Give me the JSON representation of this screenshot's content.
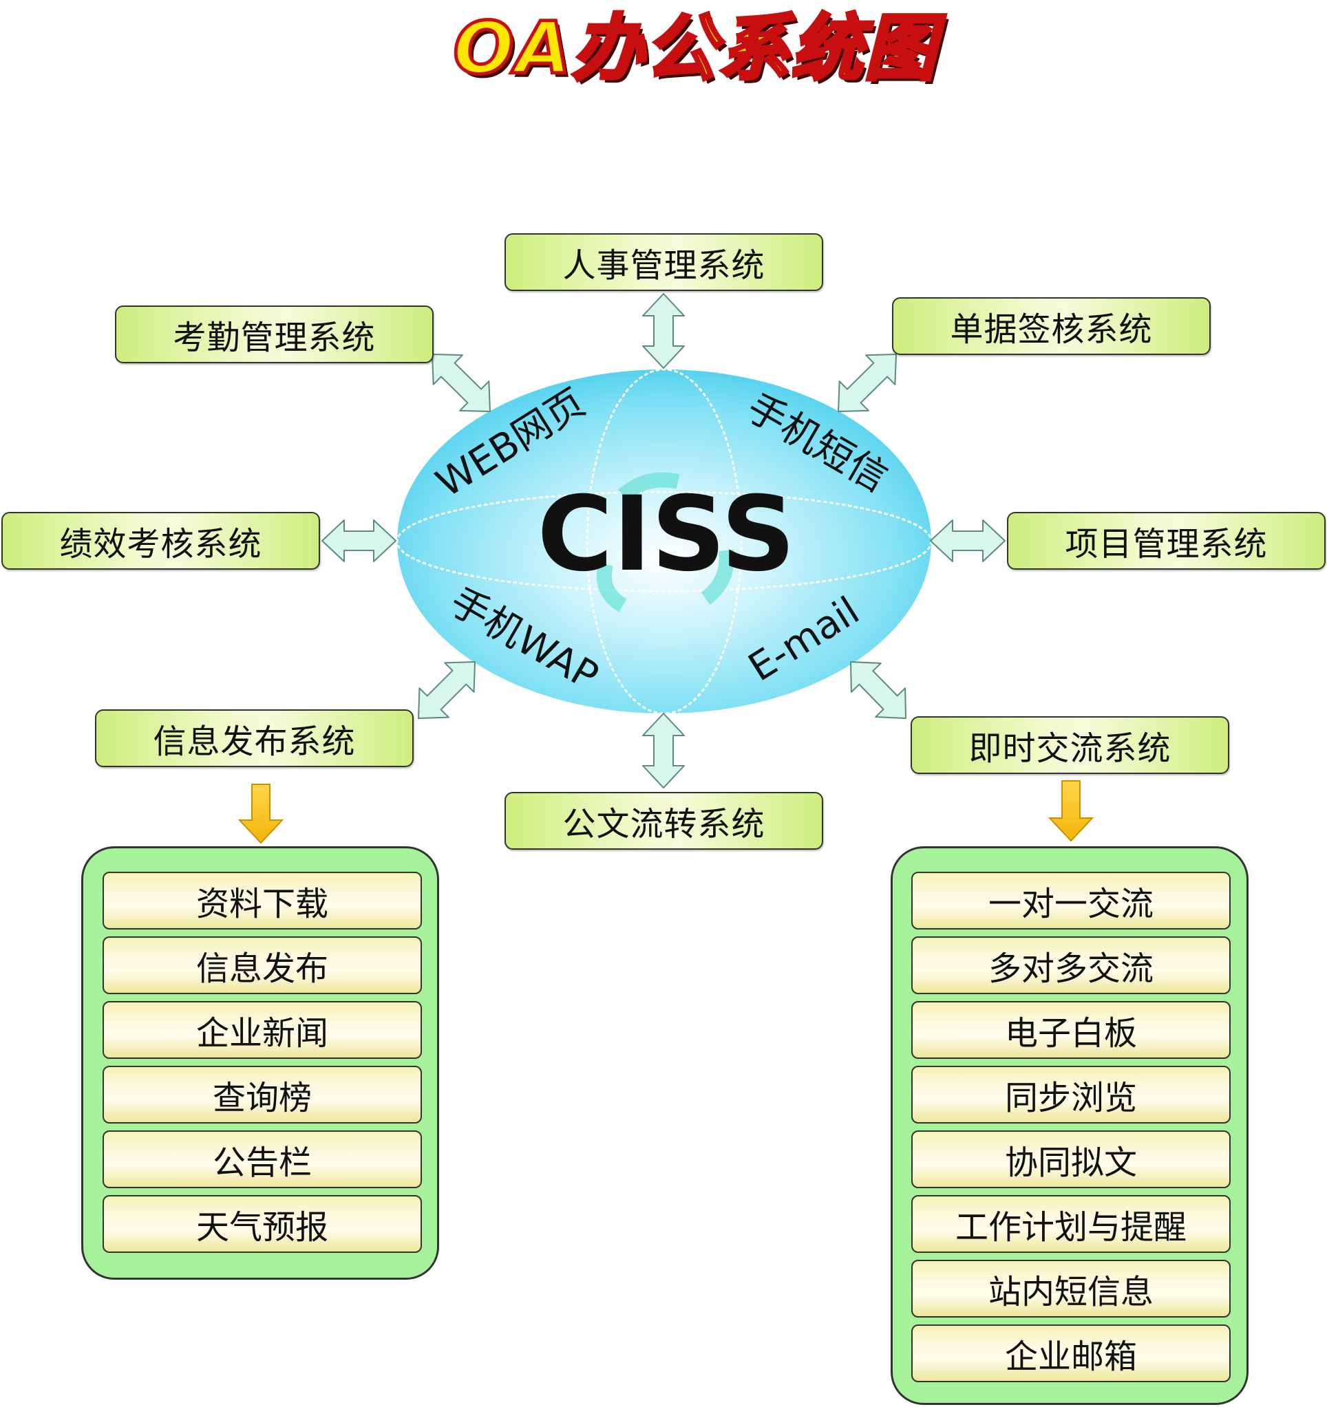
{
  "title": "OA办公系统图",
  "center": {
    "label": "CISS",
    "quadrants": {
      "top_left": "WEB网页",
      "top_right": "手机短信",
      "bottom_left": "手机WAP",
      "bottom_right": "E-mail"
    }
  },
  "systems": {
    "personnel": "人事管理系统",
    "attendance": "考勤管理系统",
    "document_approval": "单据签核系统",
    "performance": "绩效考核系统",
    "project": "项目管理系统",
    "info_release": "信息发布系统",
    "instant_comm": "即时交流系统",
    "doc_flow": "公文流转系统"
  },
  "info_release_items": [
    "资料下载",
    "信息发布",
    "企业新闻",
    "查询榜",
    "公告栏",
    "天气预报"
  ],
  "instant_comm_items": [
    "一对一交流",
    "多对多交流",
    "电子白板",
    "同步浏览",
    "协同拟文",
    "工作计划与提醒",
    "站内短信息",
    "企业邮箱"
  ],
  "colors": {
    "box_green": "#cdee7e",
    "panel_green": "#a6f29a",
    "ellipse_blue": "#5fd6f0",
    "arrow_teal": "#d8f6ea",
    "down_arrow": "#f7c21a",
    "title_yellow": "#ffe600",
    "title_red": "#c80f0f"
  }
}
